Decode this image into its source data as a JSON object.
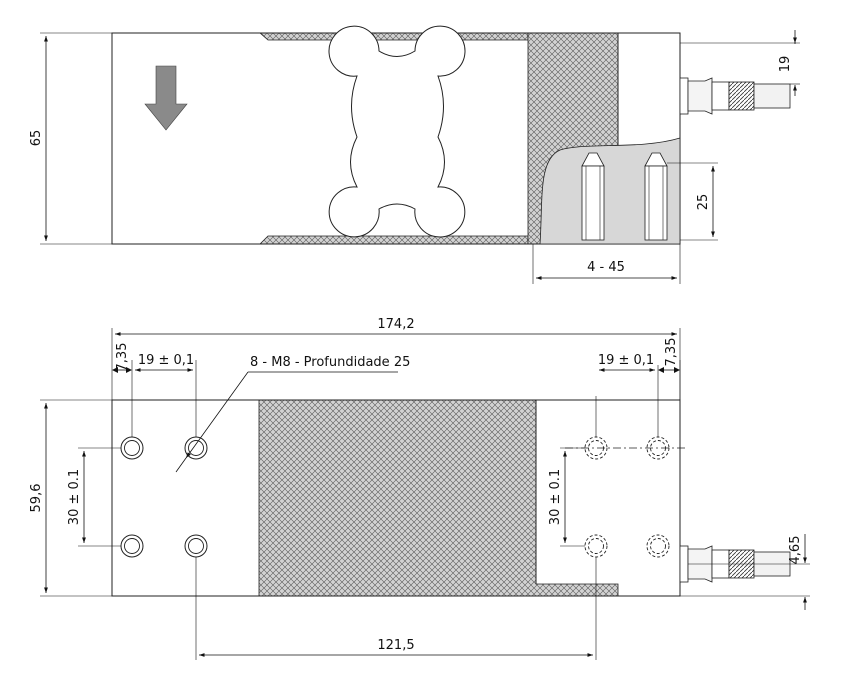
{
  "colors": {
    "line": "#222222",
    "arrow_fill": "#8a8a8a",
    "hatch_bg": "#cfcfcf",
    "hatch_line": "#555555",
    "cable": "#f2f2f2"
  },
  "top_view": {
    "dims": {
      "height": "65",
      "cable_offset": "19",
      "thread_depth": "25",
      "hole_spacing": "4 - 45"
    },
    "icons": {
      "load_arrow": "down-arrow-icon"
    }
  },
  "bottom_view": {
    "dims": {
      "overall_length": "174,2",
      "edge_left": "7,35",
      "edge_right": "7,35",
      "pitch_left": "19 ± 0,1",
      "pitch_right": "19 ± 0,1",
      "thread_note": "8 - M8 - Profundidade 25",
      "width": "59,6",
      "rows_left": "30 ± 0.1",
      "rows_right": "30 ± 0.1",
      "cable_offset": "4,65",
      "center_distance": "121,5"
    }
  }
}
